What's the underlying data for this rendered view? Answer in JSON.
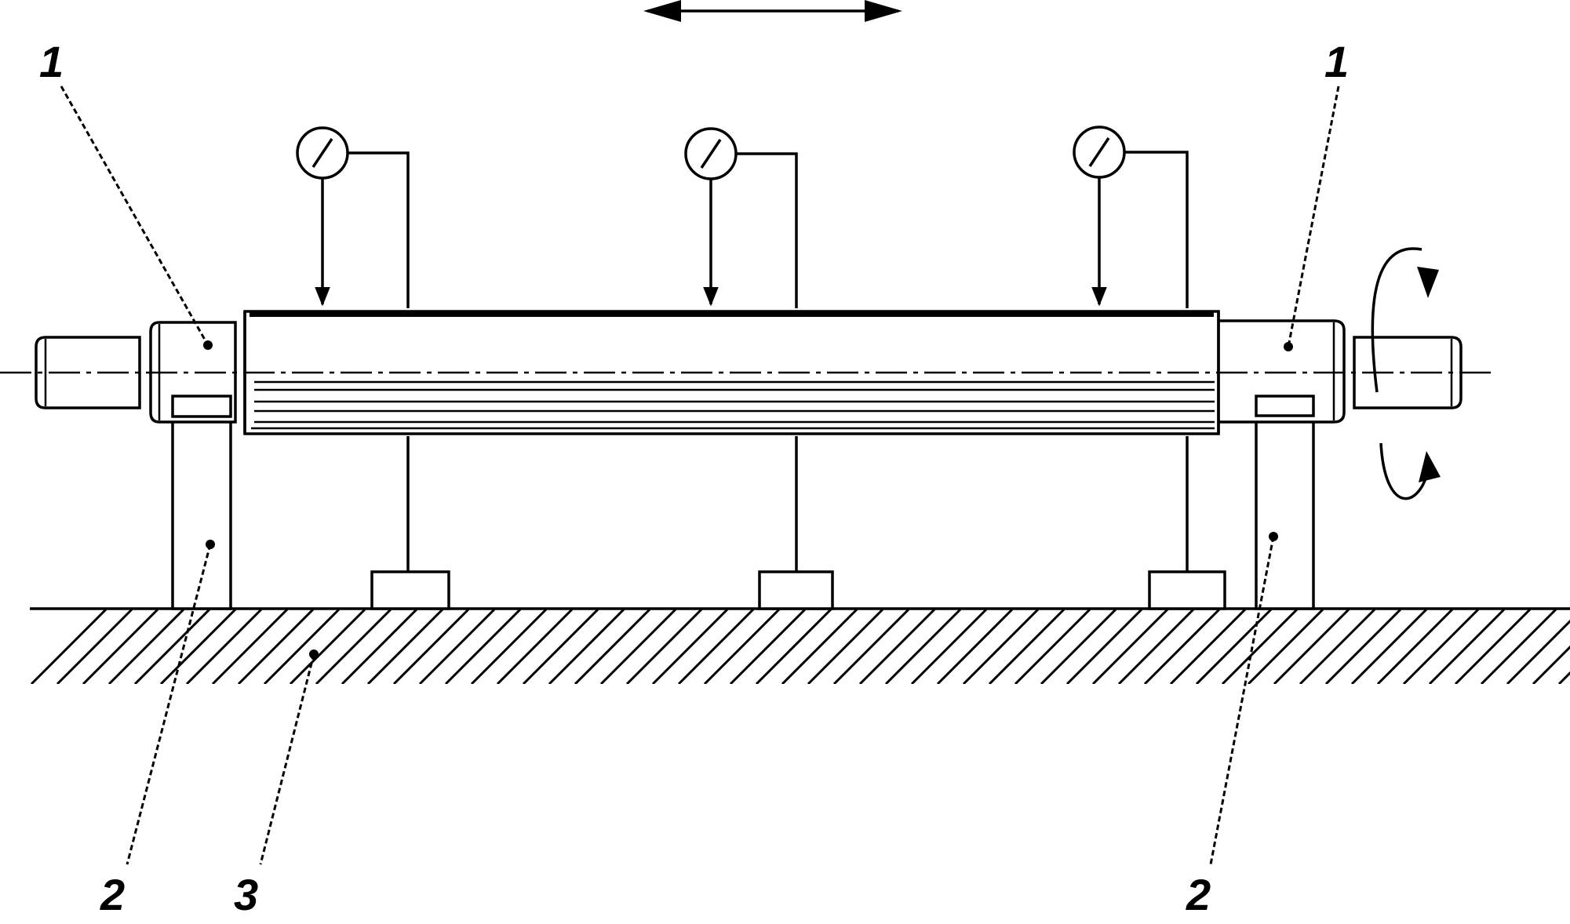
{
  "labels": {
    "spindle_left": "1",
    "spindle_right": "1",
    "support_left": "2",
    "support_right": "2",
    "base": "3"
  },
  "gauges": [
    {
      "name": "left"
    },
    {
      "name": "center"
    },
    {
      "name": "right"
    }
  ]
}
